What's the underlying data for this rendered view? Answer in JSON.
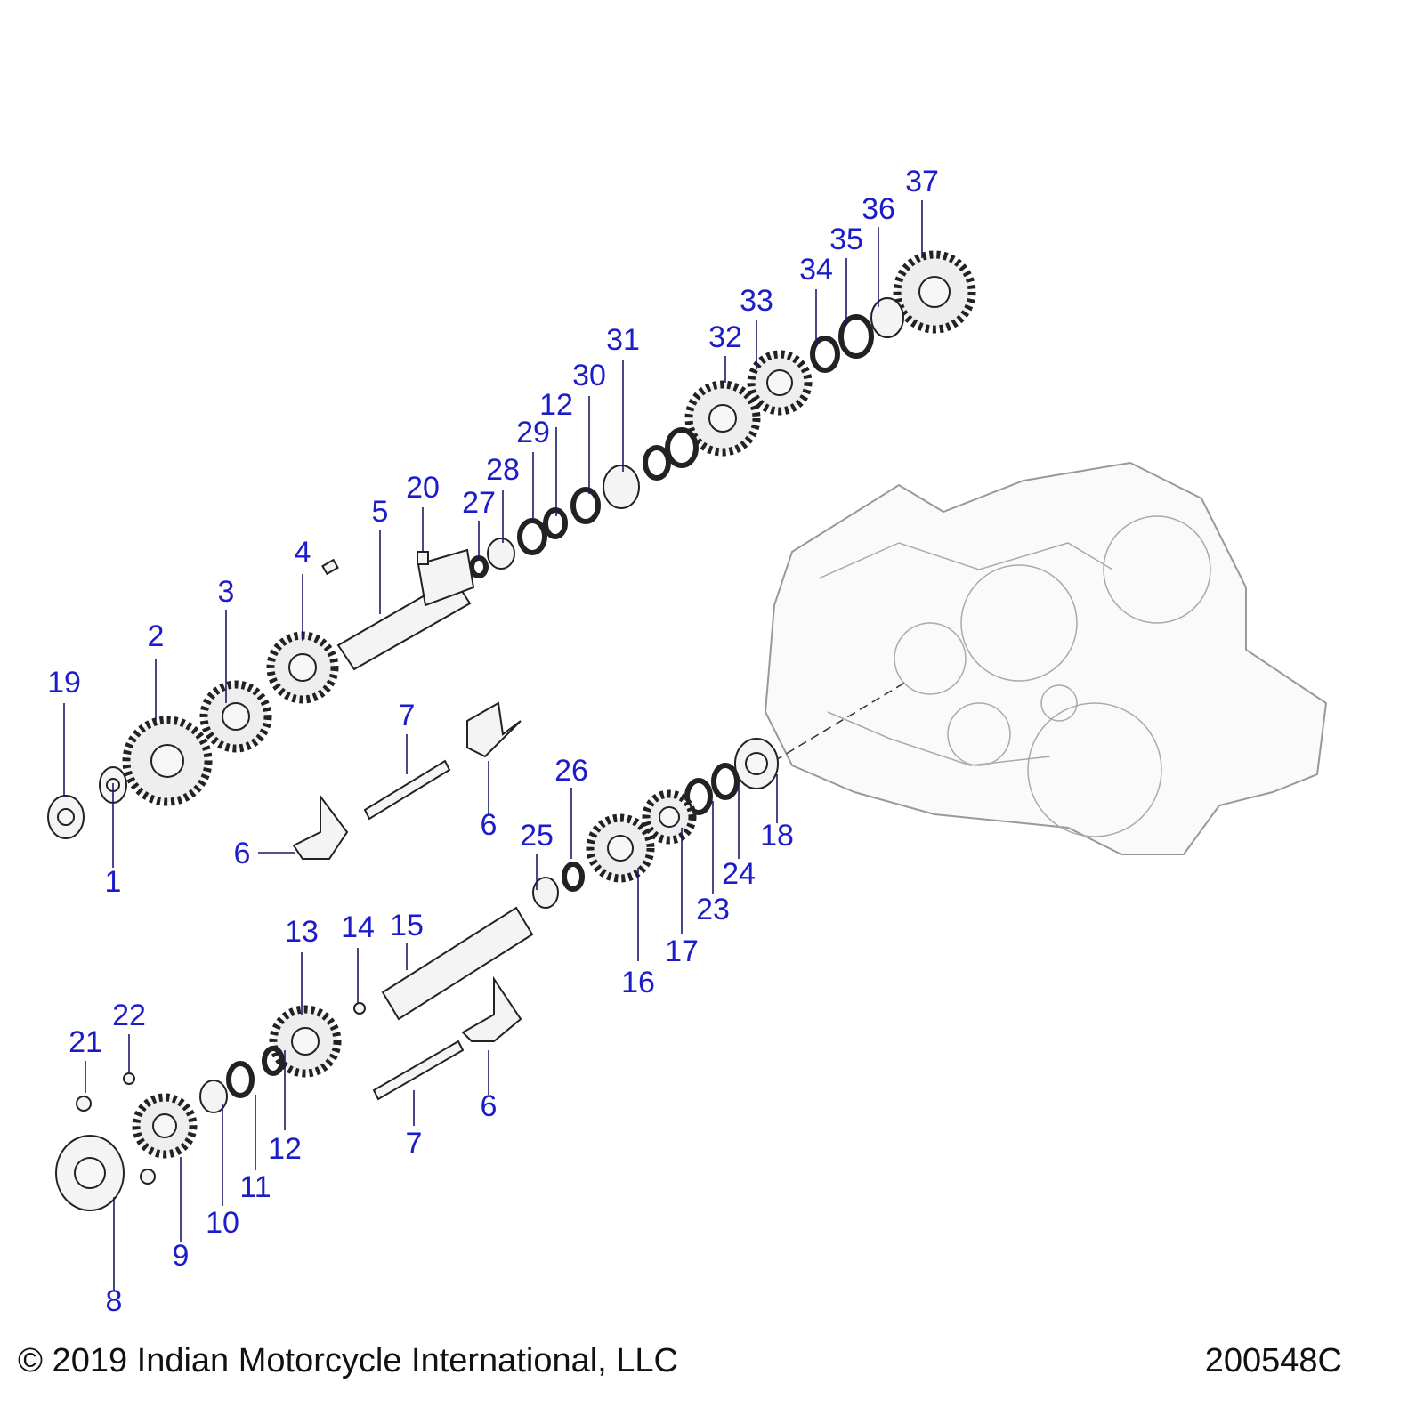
{
  "callouts": {
    "c37": "37",
    "c36": "36",
    "c35": "35",
    "c34": "34",
    "c33": "33",
    "c32": "32",
    "c31": "31",
    "c30": "30",
    "c12a": "12",
    "c29": "29",
    "c28": "28",
    "c27": "27",
    "c20": "20",
    "c5": "5",
    "c4": "4",
    "c3": "3",
    "c2": "2",
    "c19": "19",
    "c1": "1",
    "c7a": "7",
    "c6a": "6",
    "c6b": "6",
    "c26": "26",
    "c25": "25",
    "c16": "16",
    "c17": "17",
    "c23": "23",
    "c24": "24",
    "c18": "18",
    "c13": "13",
    "c14": "14",
    "c15": "15",
    "c22": "22",
    "c21": "21",
    "c6c": "6",
    "c7b": "7",
    "c12b": "12",
    "c11": "11",
    "c10": "10",
    "c9": "9",
    "c8": "8"
  },
  "footer": {
    "copyright": "© 2019 Indian Motorcycle International, LLC",
    "diagram_id": "200548C"
  }
}
